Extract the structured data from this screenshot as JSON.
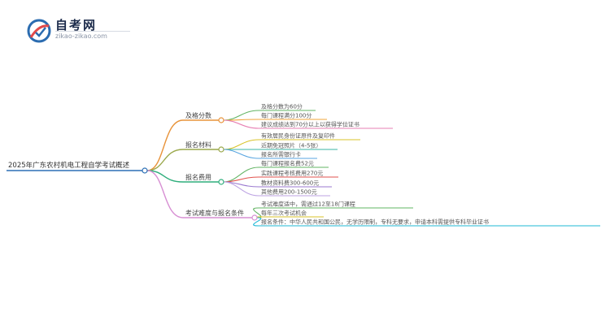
{
  "logo": {
    "title": "自考网",
    "url": "zikao-zikao.com"
  },
  "diagram": {
    "root": "2025年广东农村机电工程自学考试概述",
    "colors": {
      "root": "#2c6fb5",
      "branch1": "#e8933a",
      "branch2": "#9aa84b",
      "branch3": "#2fae7c",
      "branch4": "#d78fd3",
      "leaf_green": "#62b463",
      "leaf_orange": "#f0a43b",
      "leaf_pink": "#e77fb3",
      "leaf_yellow": "#d9c32a",
      "leaf_teal": "#38b6a4",
      "leaf_blue": "#5aa6e0",
      "leaf_purple": "#9b7ad0",
      "leaf_red": "#e2524c",
      "leaf_lavender": "#bda3e3",
      "leaf_cyan": "#1fb8d6"
    },
    "branches": [
      {
        "label": "及格分数",
        "color_key": "branch1",
        "leaves": [
          {
            "text": "及格分数为60分",
            "color_key": "leaf_green"
          },
          {
            "text": "每门课程满分100分",
            "color_key": "leaf_orange"
          },
          {
            "text": "建议成绩达到70分以上以获得学位证书",
            "color_key": "leaf_pink"
          }
        ]
      },
      {
        "label": "报名材料",
        "color_key": "branch2",
        "leaves": [
          {
            "text": "有效居民身份证原件及复印件",
            "color_key": "leaf_yellow"
          },
          {
            "text": "近期免冠照片（4-5张）",
            "color_key": "leaf_teal"
          },
          {
            "text": "报名所需银行卡",
            "color_key": "leaf_blue"
          }
        ]
      },
      {
        "label": "报名费用",
        "color_key": "branch3",
        "leaves": [
          {
            "text": "每门课程报名费52元",
            "color_key": "leaf_green"
          },
          {
            "text": "实践课程考核费用270元",
            "color_key": "leaf_red"
          },
          {
            "text": "教材资料费300-600元",
            "color_key": "leaf_purple"
          },
          {
            "text": "其他费用200-1500元",
            "color_key": "leaf_lavender"
          }
        ]
      },
      {
        "label": "考试难度与报名条件",
        "color_key": "branch4",
        "leaves": [
          {
            "text": "考试难度适中，需通过12至18门课程",
            "color_key": "leaf_green"
          },
          {
            "text": "每年三次考试机会",
            "color_key": "leaf_yellow"
          },
          {
            "text": "报名条件：中华人民共和国公民，无学历限制，专科无要求，申请本科需提供专科毕业证书",
            "color_key": "leaf_cyan"
          }
        ]
      }
    ]
  }
}
